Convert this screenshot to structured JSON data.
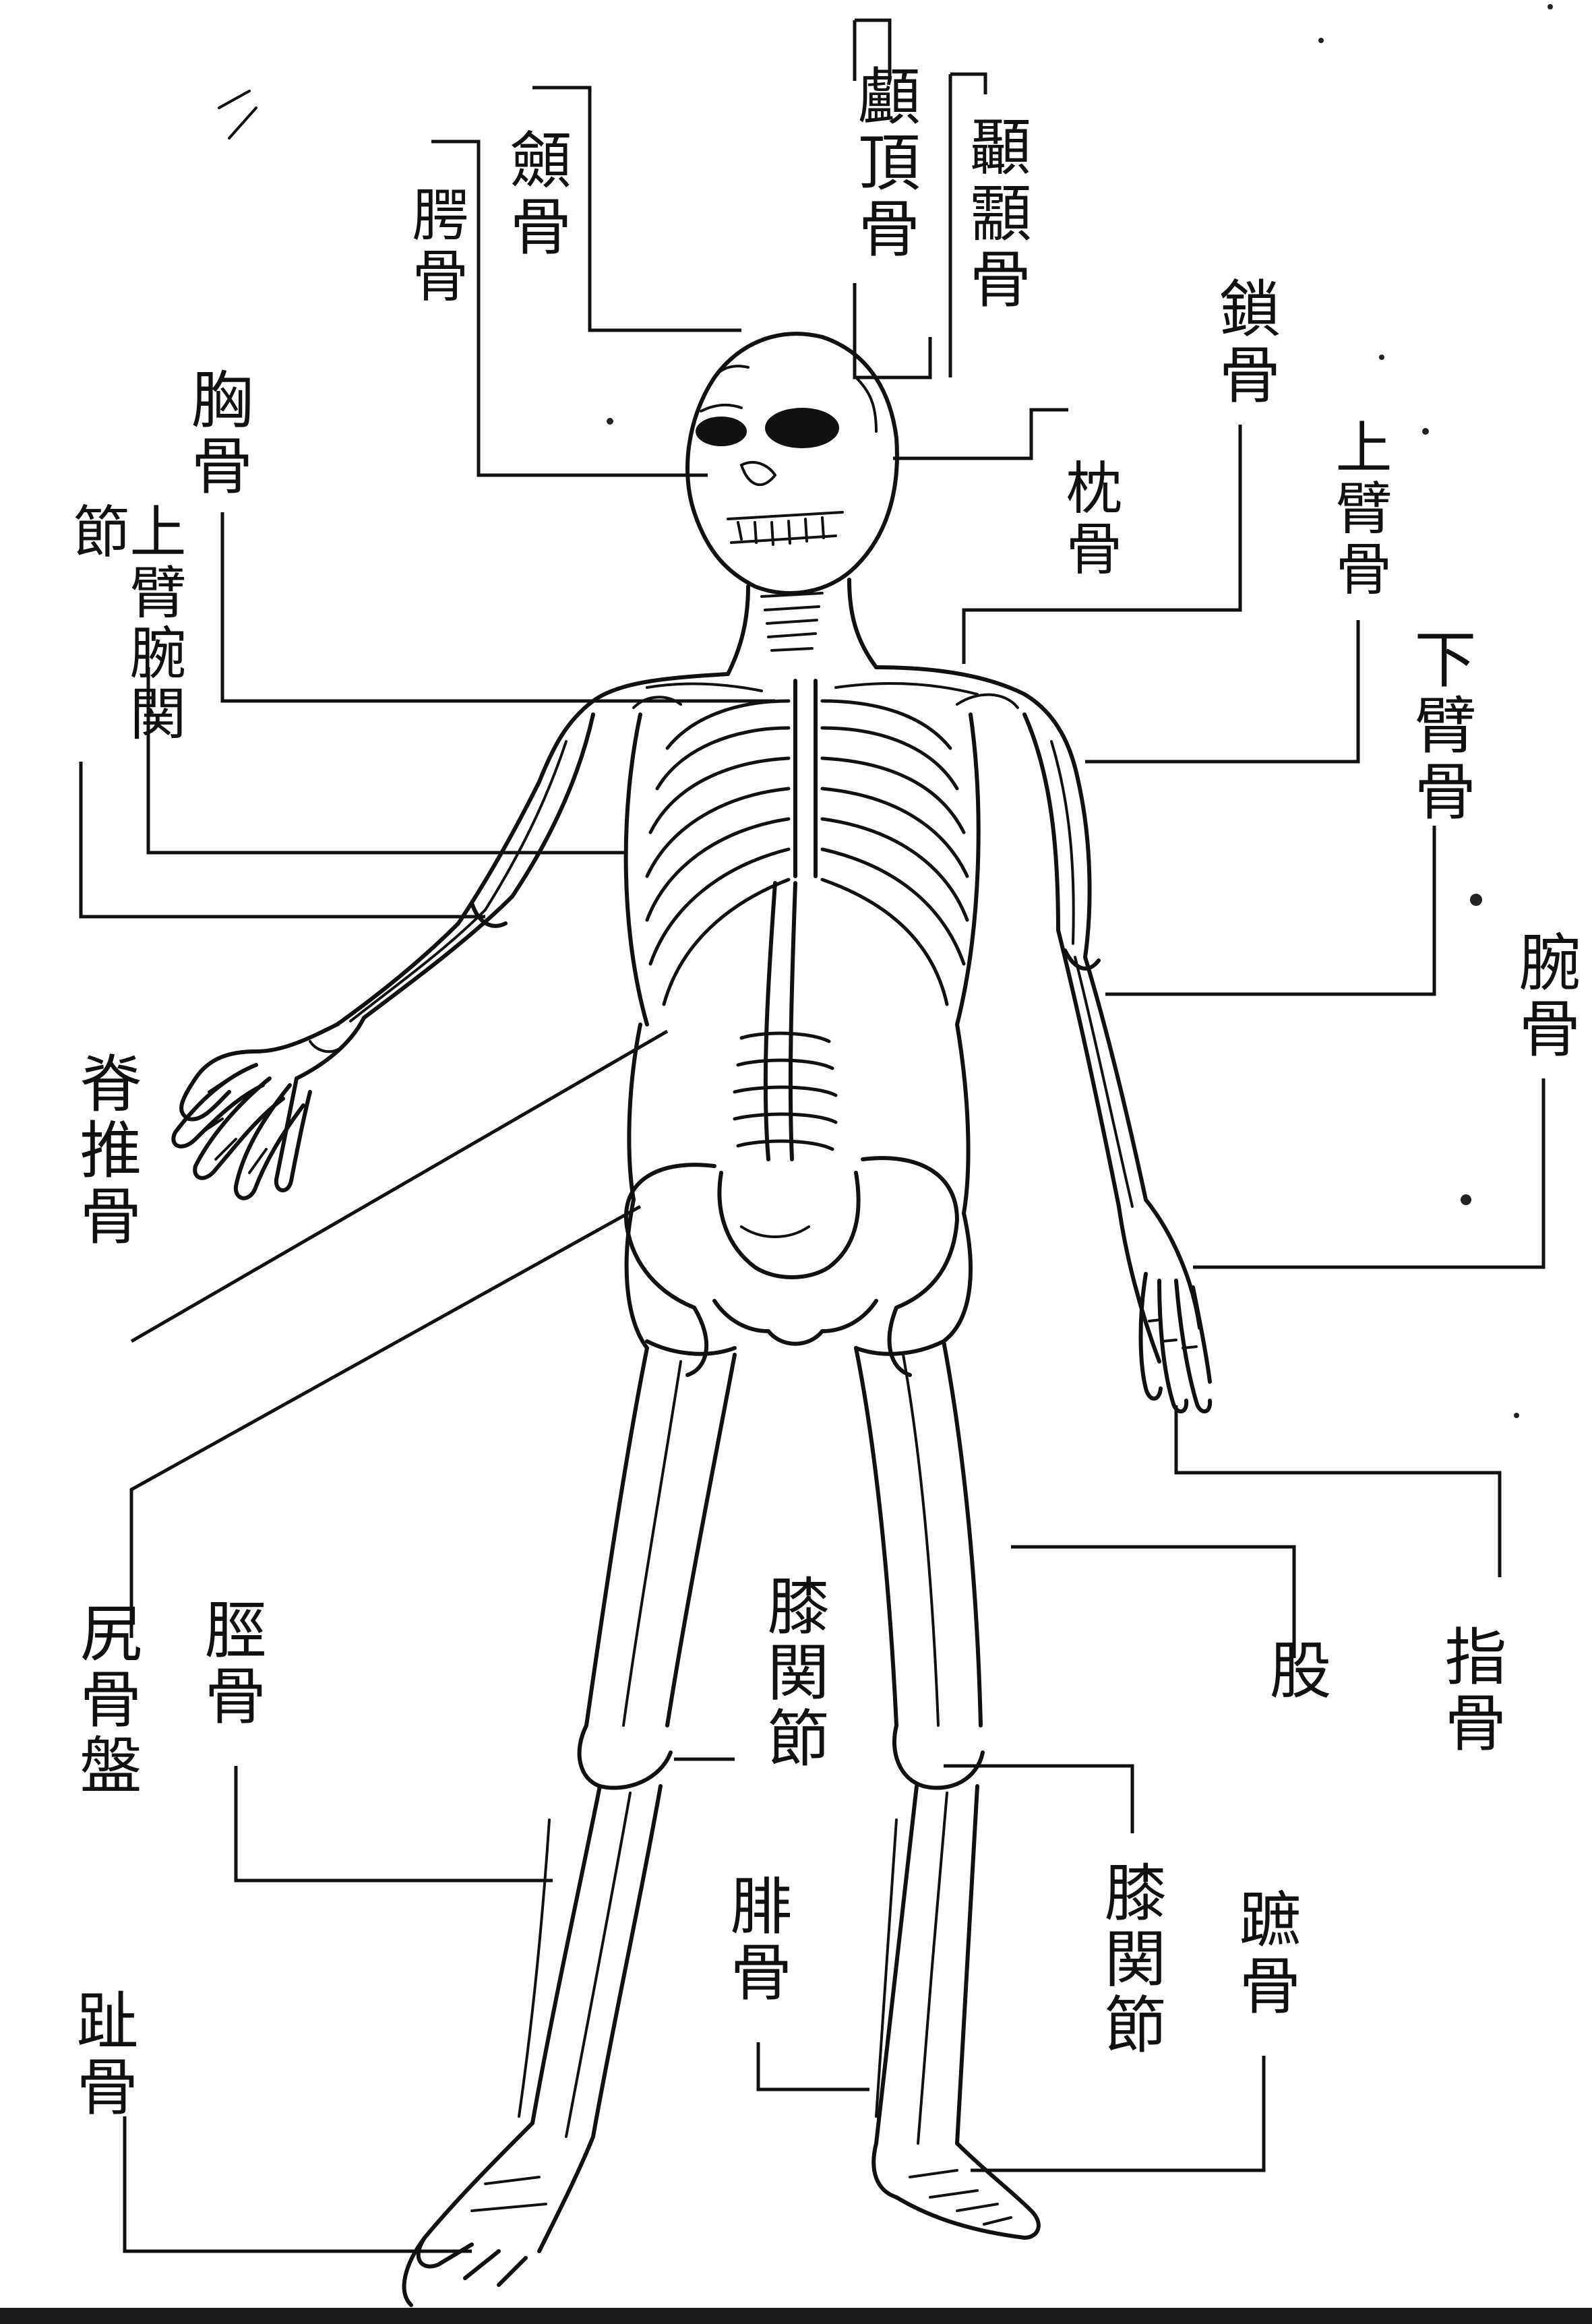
{
  "labels": {
    "chouchou_bone": "顱頂骨",
    "temporal_bone": "顳顬骨",
    "jaw_bone": "顩骨",
    "cheek_bone": "腭骨",
    "clavicle": "鎖骨",
    "chest_bone": "胸骨",
    "occipital_bone": "枕骨",
    "upper_arm_right": "上臂骨",
    "upper_arm_wrist_joint": "上臂腕関節",
    "lower_arm": "下臂骨",
    "wrist_bone": "腕骨",
    "spine": "脊推骨",
    "pelvis": "尻骨盤",
    "shin_bone": "脛骨",
    "knee_joint_center": "膝関節",
    "thigh": "股",
    "finger_bone": "指骨",
    "fibula": "腓骨",
    "knee_joint_right": "膝関節",
    "ankle_bone": "蹠骨",
    "toe_bone": "趾骨"
  }
}
